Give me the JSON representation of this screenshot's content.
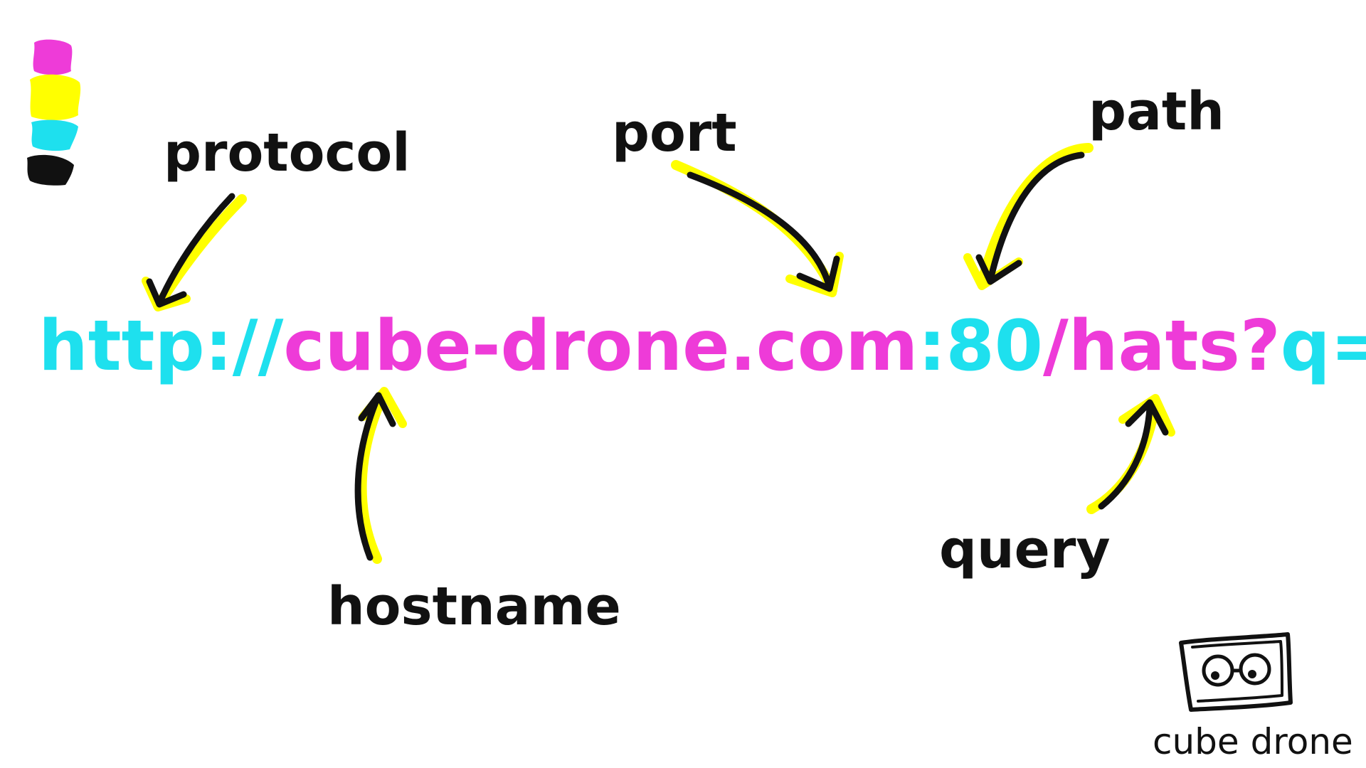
{
  "colors": {
    "magenta": "#ee3bd8",
    "yellow": "#ffff00",
    "cyan": "#1ee0ee",
    "black": "#111111"
  },
  "labels": {
    "protocol": "protocol",
    "port": "port",
    "path": "path",
    "hostname": "hostname",
    "query": "query"
  },
  "url": {
    "protocol_part": "http://",
    "hostname_part": "cube-drone.com",
    "port_sep": ":",
    "port_part": "80",
    "path_part": "/hats",
    "query_sep": "?",
    "query_part": "q=top"
  },
  "logo": {
    "text": "cube drone"
  }
}
